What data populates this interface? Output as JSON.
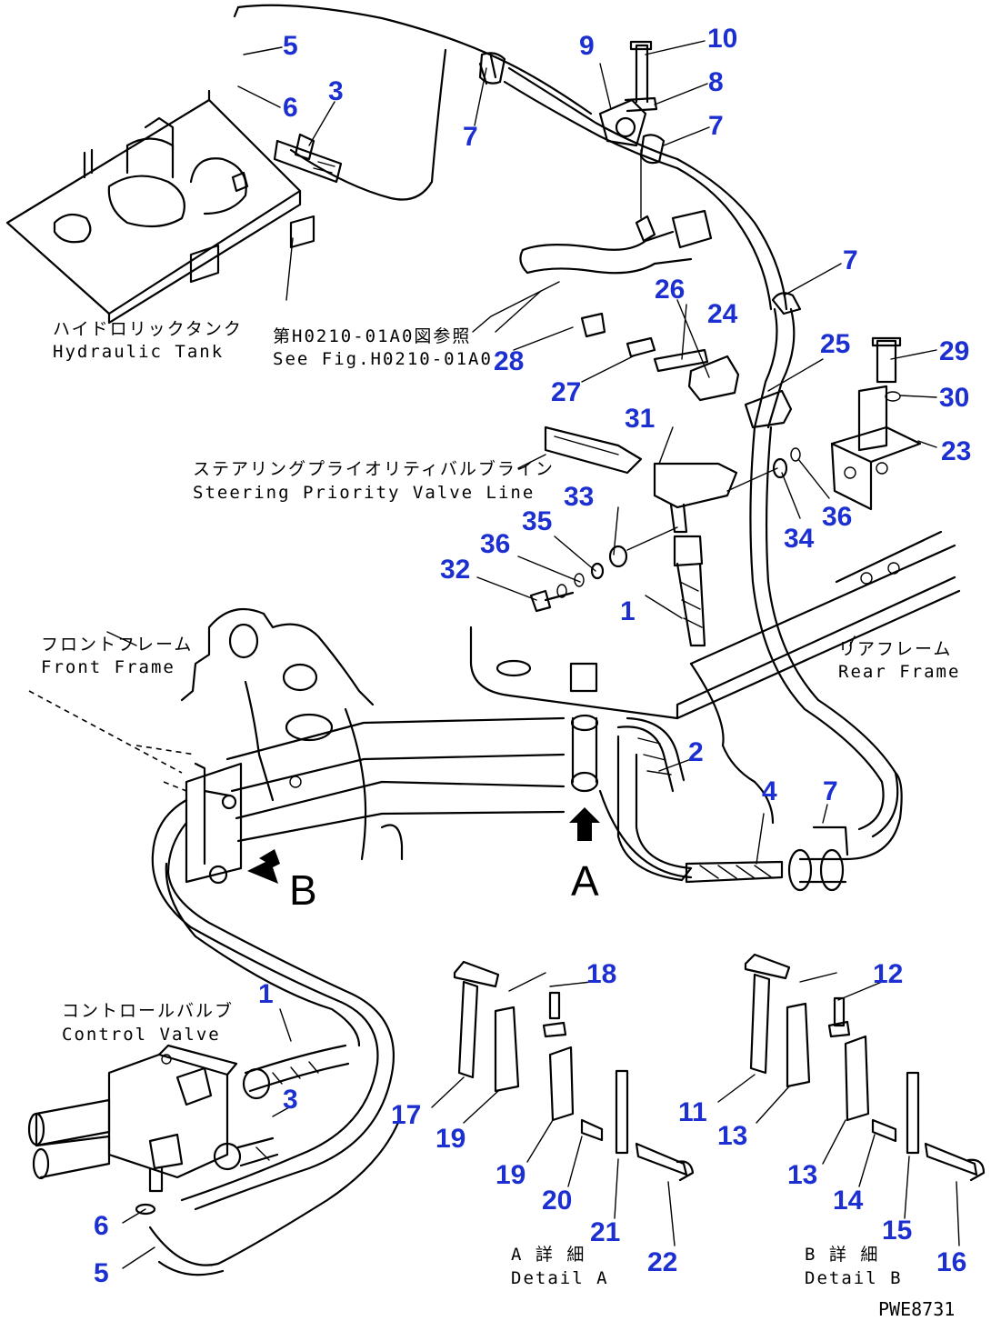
{
  "callouts": [
    {
      "id": "c5a",
      "text": "5"
    },
    {
      "id": "c6a",
      "text": "6"
    },
    {
      "id": "c3a",
      "text": "3"
    },
    {
      "id": "c7a",
      "text": "7"
    },
    {
      "id": "c9",
      "text": "9"
    },
    {
      "id": "c10",
      "text": "10"
    },
    {
      "id": "c8",
      "text": "8"
    },
    {
      "id": "c7b",
      "text": "7"
    },
    {
      "id": "c7c",
      "text": "7"
    },
    {
      "id": "c26",
      "text": "26"
    },
    {
      "id": "c24",
      "text": "24"
    },
    {
      "id": "c25",
      "text": "25"
    },
    {
      "id": "c29",
      "text": "29"
    },
    {
      "id": "c30",
      "text": "30"
    },
    {
      "id": "c28",
      "text": "28"
    },
    {
      "id": "c27",
      "text": "27"
    },
    {
      "id": "c31",
      "text": "31"
    },
    {
      "id": "c23",
      "text": "23"
    },
    {
      "id": "c33",
      "text": "33"
    },
    {
      "id": "c35",
      "text": "35"
    },
    {
      "id": "c36a",
      "text": "36"
    },
    {
      "id": "c34",
      "text": "34"
    },
    {
      "id": "c36b",
      "text": "36"
    },
    {
      "id": "c32",
      "text": "32"
    },
    {
      "id": "c1a",
      "text": "1"
    },
    {
      "id": "c2",
      "text": "2"
    },
    {
      "id": "c4",
      "text": "4"
    },
    {
      "id": "c7d",
      "text": "7"
    },
    {
      "id": "c18",
      "text": "18"
    },
    {
      "id": "c12",
      "text": "12"
    },
    {
      "id": "c1b",
      "text": "1"
    },
    {
      "id": "c3b",
      "text": "3"
    },
    {
      "id": "c17",
      "text": "17"
    },
    {
      "id": "c19a",
      "text": "19"
    },
    {
      "id": "c19b",
      "text": "19"
    },
    {
      "id": "c20",
      "text": "20"
    },
    {
      "id": "c21",
      "text": "21"
    },
    {
      "id": "c22",
      "text": "22"
    },
    {
      "id": "c11",
      "text": "11"
    },
    {
      "id": "c13a",
      "text": "13"
    },
    {
      "id": "c13b",
      "text": "13"
    },
    {
      "id": "c14",
      "text": "14"
    },
    {
      "id": "c15",
      "text": "15"
    },
    {
      "id": "c16",
      "text": "16"
    },
    {
      "id": "c6b",
      "text": "6"
    },
    {
      "id": "c5b",
      "text": "5"
    }
  ],
  "captions": {
    "hydraulic_tank_jp": "ハイドロリックタンク",
    "hydraulic_tank_en": "Hydraulic Tank",
    "see_fig_jp": "第H0210-01A0図参照",
    "see_fig_en": "See Fig.H0210-01A0",
    "steering_jp": "ステアリングプライオリティバルブライン",
    "steering_en": "Steering Priority Valve Line",
    "front_frame_jp": "フロントフレーム",
    "front_frame_en": "Front Frame",
    "rear_frame_jp": "リアフレーム",
    "rear_frame_en": "Rear Frame",
    "control_valve_jp": "コントロールバルブ",
    "control_valve_en": "Control Valve",
    "detail_a_jp": "A 詳 細",
    "detail_a_en": "Detail A",
    "detail_b_jp": "B 詳 細",
    "detail_b_en": "Detail B",
    "view_a": "A",
    "view_b": "B",
    "drawing_code": "PWE8731"
  }
}
